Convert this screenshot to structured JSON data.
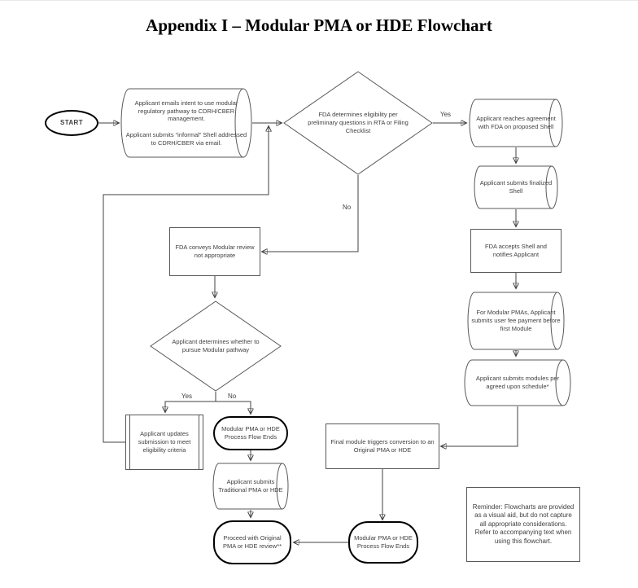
{
  "title": "Appendix I – Modular PMA or HDE Flowchart",
  "nodes": {
    "start": "START",
    "intent": "Applicant emails intent to use modular regulatory pathway to CDRH/CBER management.\n\nApplicant submits “informal” Shell addressed to CDRH/CBER via email.",
    "eligibility": "FDA determines eligibility per preliminary questions in RTA or Filing Checklist",
    "agreement": "Applicant reaches agreement with FDA on proposed Shell",
    "finalized": "Applicant submits finalized Shell",
    "accepts": "FDA accepts Shell and notifies Applicant",
    "userfee": "For Modular PMAs, Applicant submits user fee payment before first Module",
    "modules": "Applicant submits modules per agreed upon schedule*",
    "conveys": "FDA conveys Modular review not appropriate",
    "pursue": "Applicant determines whether to pursue Modular pathway",
    "updates": "Applicant updates submission to meet eligibility criteria",
    "ends1": "Modular PMA or HDE Process Flow Ends",
    "traditional": "Applicant submits Traditional PMA or HDE",
    "proceed": "Proceed with Original PMA or HDE review**",
    "final_module": "Final module triggers conversion to an Original PMA or HDE",
    "ends2": "Modular PMA or HDE Process Flow Ends",
    "reminder": "Reminder: Flowcharts are provided as a visual aid, but do not capture all appropriate considerations. Refer to accompanying text when using this flowchart."
  },
  "edge_labels": {
    "eligibility_yes": "Yes",
    "eligibility_no": "No",
    "pursue_yes": "Yes",
    "pursue_no": "No"
  },
  "colors": {
    "line": "#404040",
    "shape_border": "#595959",
    "bold_border": "#000000",
    "text": "#404040"
  }
}
